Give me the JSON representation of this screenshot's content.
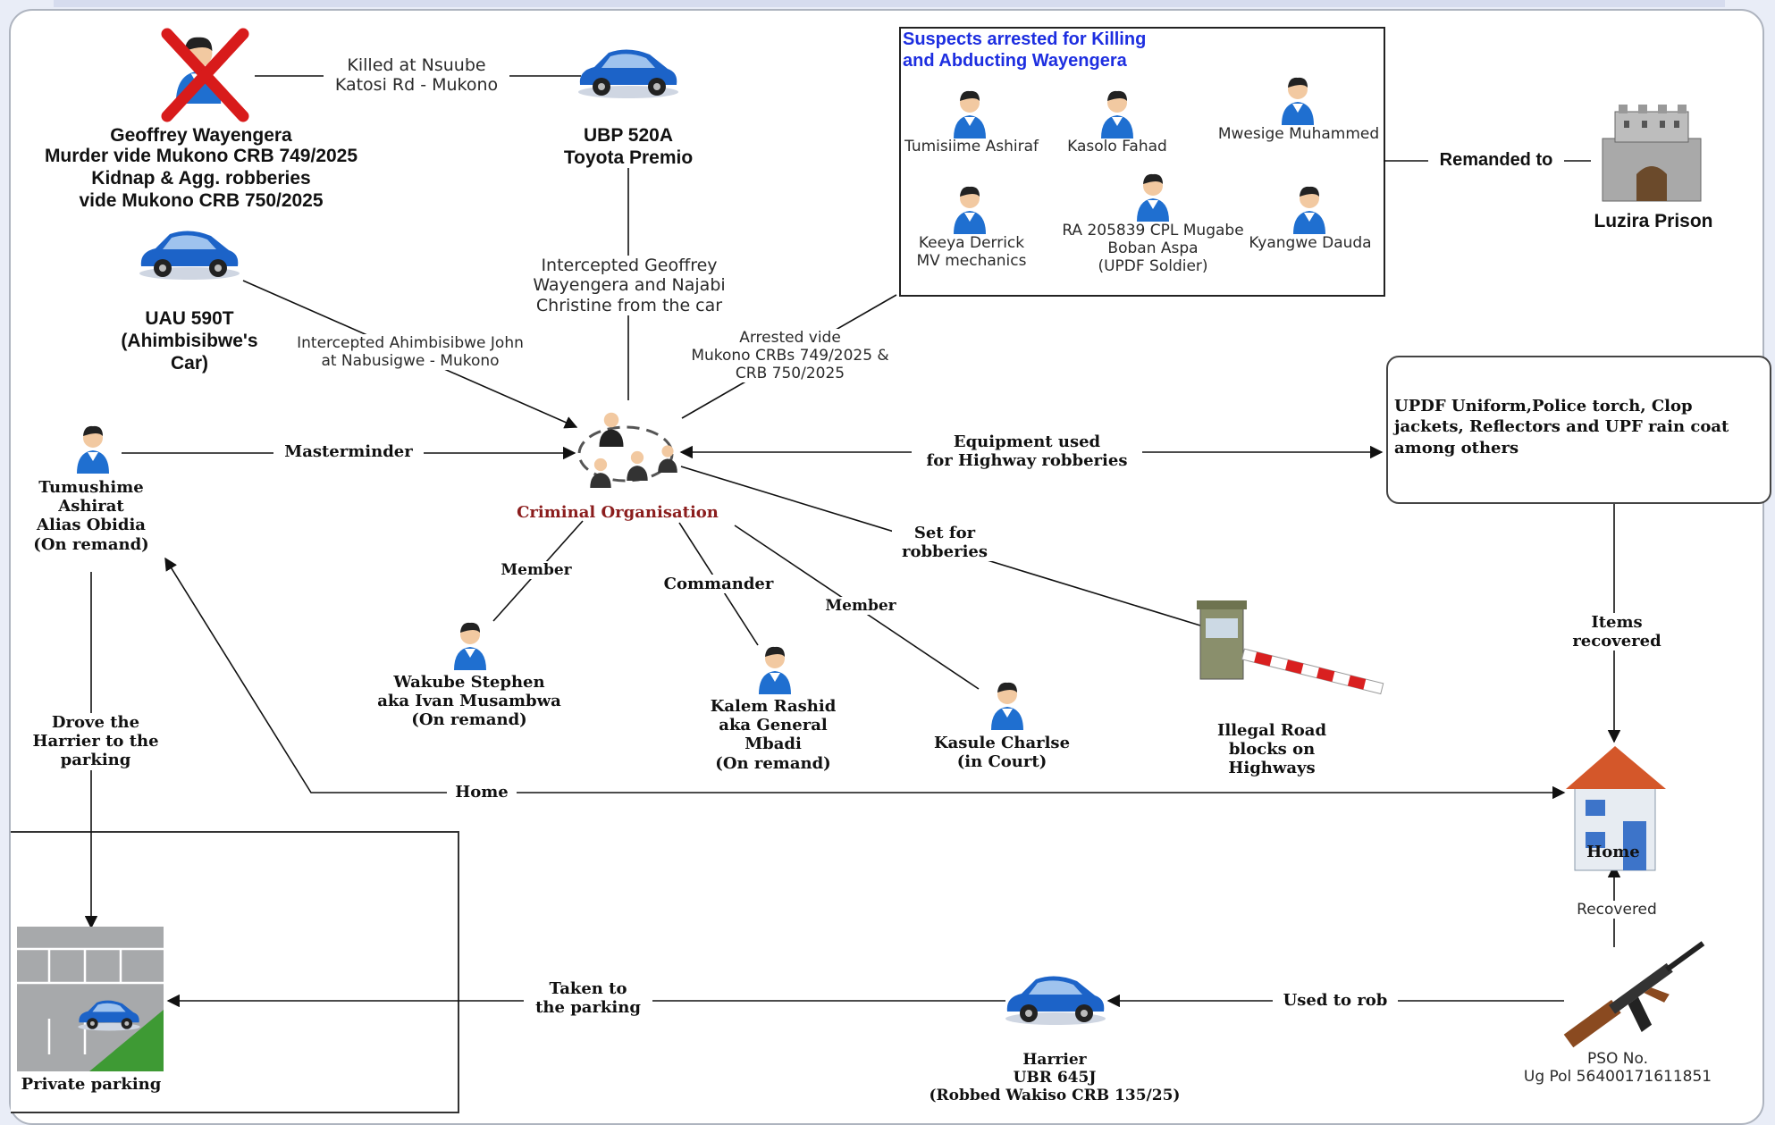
{
  "victim": {
    "name": "Geoffrey Wayengera",
    "details": "Murder vide Mukono CRB 749/2025\nKidnap & Agg. robberies\nvide Mukono CRB 750/2025"
  },
  "cars": {
    "ubp": "UBP 520A\nToyota Premio",
    "uau": "UAU 590T\n(Ahimbisibwe's\nCar)",
    "harrier": "Harrier\nUBR 645J\n(Robbed Wakiso CRB 135/25)"
  },
  "edges": {
    "killed_at": "Killed at Nsuube\nKatosi Rd - Mukono",
    "intercepted_geoffrey": "Intercepted Geoffrey\nWayengera and Najabi\nChristine from the car",
    "intercepted_ahimbisibwe": "Intercepted Ahimbisibwe John\nat Nabusigwe - Mukono",
    "arrested_vide": "Arrested vide\nMukono CRBs 749/2025 &\nCRB 750/2025",
    "remanded_to": "Remanded to",
    "masterminder": "Masterminder",
    "equipment_used": "Equipment used\nfor Highway robberies",
    "member_1": "Member",
    "commander": "Commander",
    "member_2": "Member",
    "set_for_robberies": "Set for\nrobberies",
    "items_recovered": "Items\nrecovered",
    "drove_harrier": "Drove the\nHarrier to the\nparking",
    "home_edge": "Home",
    "recovered": "Recovered",
    "taken_to_parking": "Taken to\nthe parking",
    "used_to_rob": "Used to rob"
  },
  "suspects": {
    "title": "Suspects arrested for Killing\nand Abducting Wayengera",
    "people": [
      "Tumisiime Ashiraf",
      "Kasolo Fahad",
      "Mwesige Muhammed",
      "Keeya Derrick\nMV mechanics",
      "RA 205839 CPL Mugabe\nBoban  Aspa\n(UPDF Soldier)",
      "Kyangwe Dauda"
    ]
  },
  "prison": "Luzira Prison",
  "organisation": "Criminal Organisation",
  "masterminder_person": "Tumushime\nAshirat\nAlias Obidia\n(On remand)",
  "members": {
    "wakube": "Wakube Stephen\naka Ivan Musambwa\n(On remand)",
    "kalem": "Kalem Rashid\naka General\nMbadi\n(On remand)",
    "kasule": "Kasule Charlse\n(in Court)"
  },
  "equipment": "UPDF Uniform,Police torch, Clop jackets, Reflectors and UPF rain coat among others",
  "roadblock": "Illegal Road\nblocks on\nHighways",
  "home": "Home",
  "gun": "PSO No.\nUg Pol 56400171611851",
  "parking": "Private parking",
  "colors": {
    "person_blue": "#1f6fd0",
    "car_blue": "#1c63c8",
    "title_blue": "#1d2ee0",
    "org_red": "#8b1d1d",
    "cross_red": "#d81b1b"
  },
  "icons": [
    "person-icon",
    "car-icon",
    "prison-icon",
    "house-icon",
    "rifle-icon",
    "road-barrier-icon",
    "parking-lot-icon",
    "group-icon",
    "cross-icon"
  ]
}
